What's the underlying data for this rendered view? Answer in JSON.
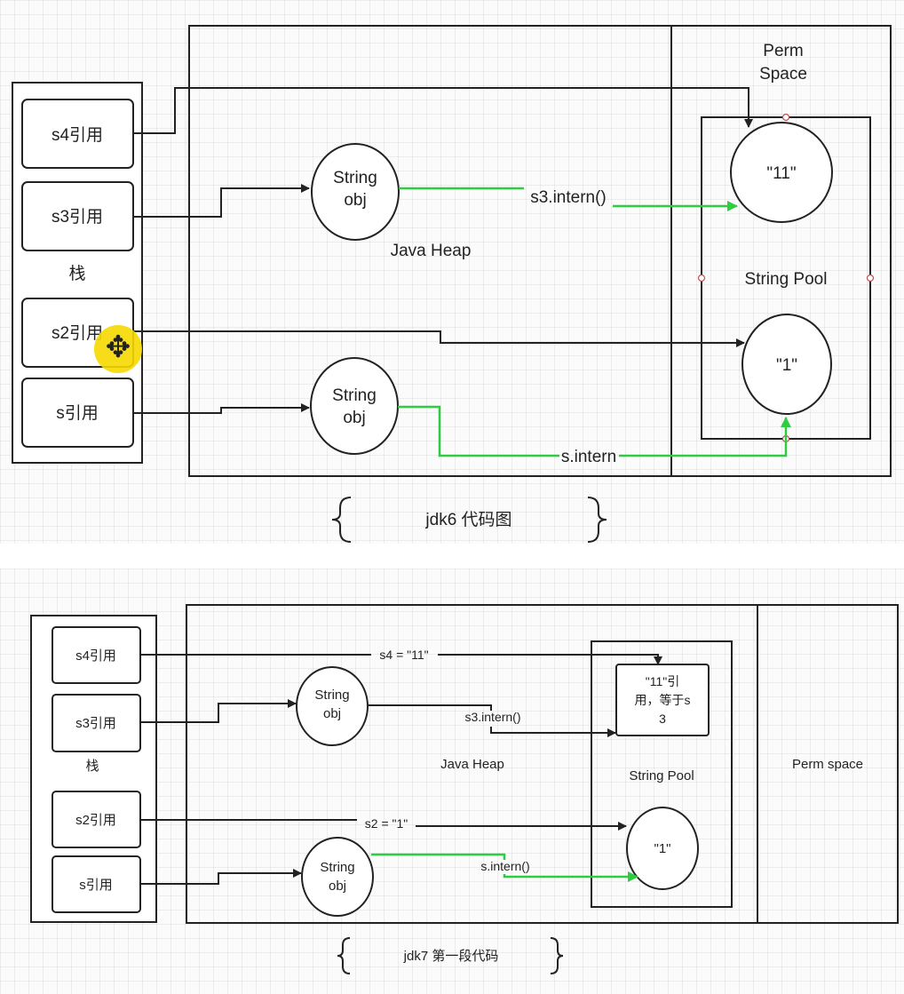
{
  "top": {
    "stack_label": "栈",
    "refs": [
      "s4引用",
      "s3引用",
      "s2引用",
      "s引用"
    ],
    "heap_label": "Java Heap",
    "string_obj_line1": "String",
    "string_obj_line2": "obj",
    "perm_line1": "Perm",
    "perm_line2": "Space",
    "pool_label": "String Pool",
    "lit_11": "\"11\"",
    "lit_1": "\"1\"",
    "s3_intern": "s3.intern()",
    "s_intern": "s.intern",
    "caption": "jdk6 代码图"
  },
  "bottom": {
    "stack_label": "栈",
    "refs": [
      "s4引用",
      "s3引用",
      "s2引用",
      "s引用"
    ],
    "heap_label": "Java Heap",
    "string_obj_line1": "String",
    "string_obj_line2": "obj",
    "pool_label": "String Pool",
    "perm_label": "Perm space",
    "ref_box_line1": "\"11\"引",
    "ref_box_line2": "用，等于s",
    "ref_box_line3": "3",
    "lit_1": "\"1\"",
    "s4_assign": "s4 = \"11\"",
    "s3_intern": "s3.intern()",
    "s2_assign": "s2 = \"1\"",
    "s_intern": "s.intern()",
    "caption": "jdk7 第一段代码"
  },
  "colors": {
    "green_arrow": "#2ecc40",
    "cursor_highlight": "#f5d800"
  }
}
